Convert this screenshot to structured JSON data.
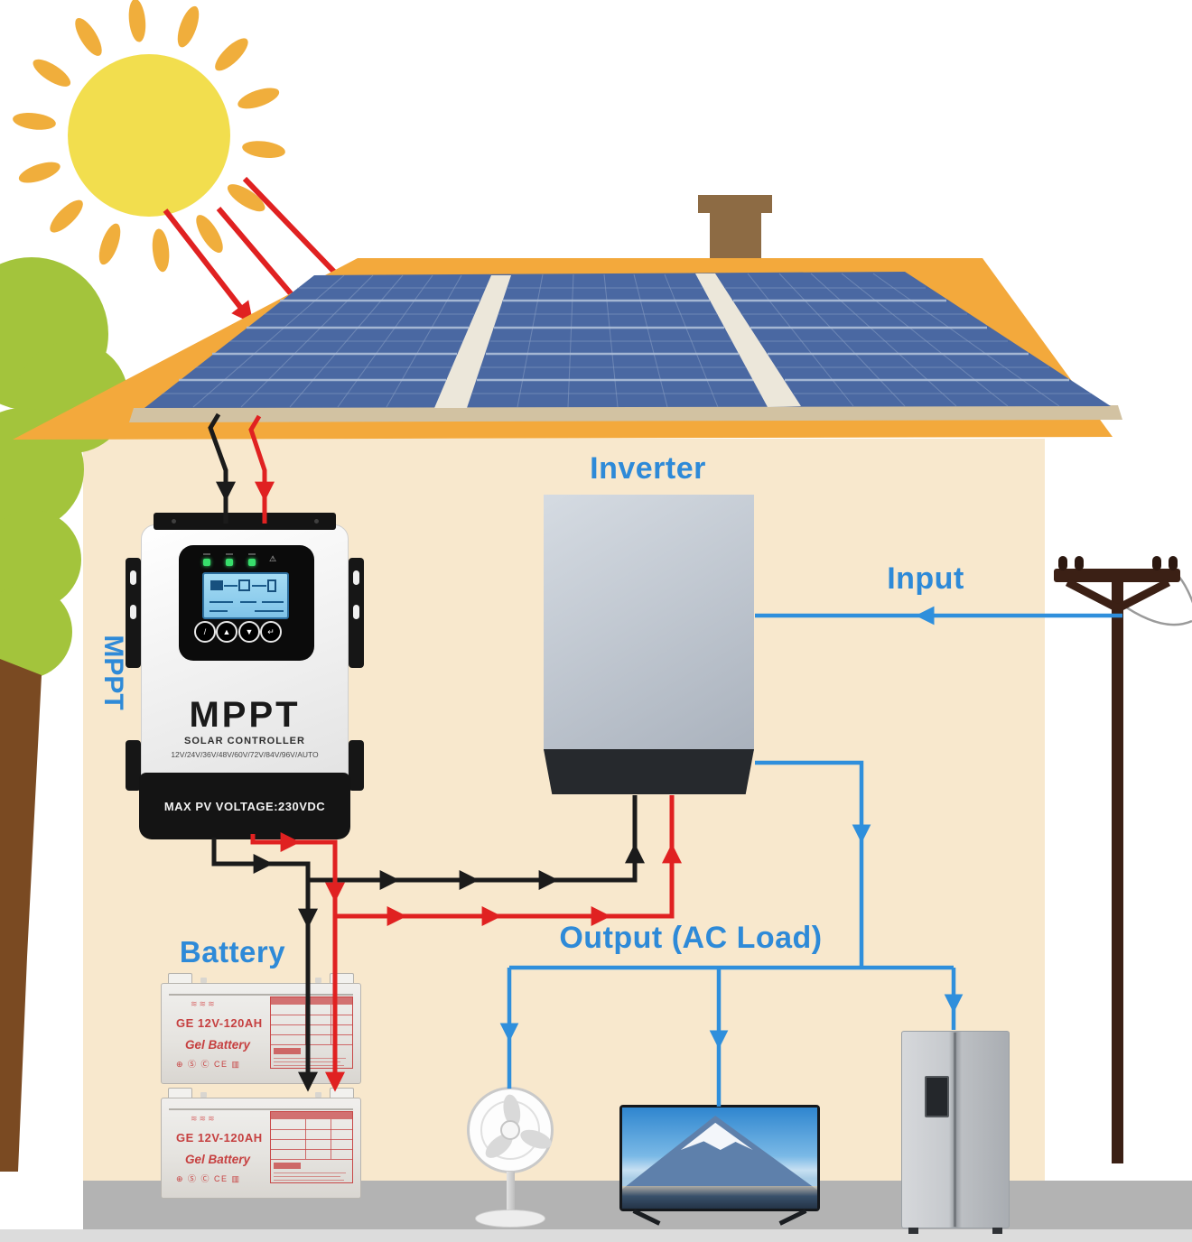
{
  "scene": {
    "labels": {
      "inverter": "Inverter",
      "input": "Input",
      "battery": "Battery",
      "output_ac_load": "Output (AC Load)",
      "mppt_vertical": "MPPT"
    },
    "charge_controller": {
      "title": "MPPT",
      "subtitle": "SOLAR CONTROLLER",
      "voltage_options": "12V/24V/36V/48V/60V/72V/84V/96V/AUTO",
      "max_pv_voltage": "MAX PV VOLTAGE:230VDC",
      "button_icons": [
        "/",
        "▲",
        "▼",
        "↵"
      ]
    },
    "battery_units": [
      {
        "model": "GE 12V-120AH",
        "chemistry": "Gel Battery",
        "cert_marks": "⊕ Ⓢ Ⓒ CE ▥",
        "logo_squiggle": "≋≋≋"
      },
      {
        "model": "GE 12V-120AH",
        "chemistry": "Gel Battery",
        "cert_marks": "⊕ Ⓢ Ⓒ CE ▥",
        "logo_squiggle": "≋≋≋"
      }
    ],
    "colors": {
      "label_blue": "#2e8ad8",
      "wire_blue": "#2f8fdc",
      "wire_red": "#e02121",
      "wire_black": "#1b1b1b",
      "roof_orange": "#f3a93c",
      "panel_blue": "#4a68a2",
      "sun_yellow": "#f2de4e",
      "ray_orange": "#f0ae3c",
      "wall_beige": "#f8e8cd",
      "tree_green": "#a3c43c",
      "ground_gray": "#b3b3b3"
    }
  }
}
